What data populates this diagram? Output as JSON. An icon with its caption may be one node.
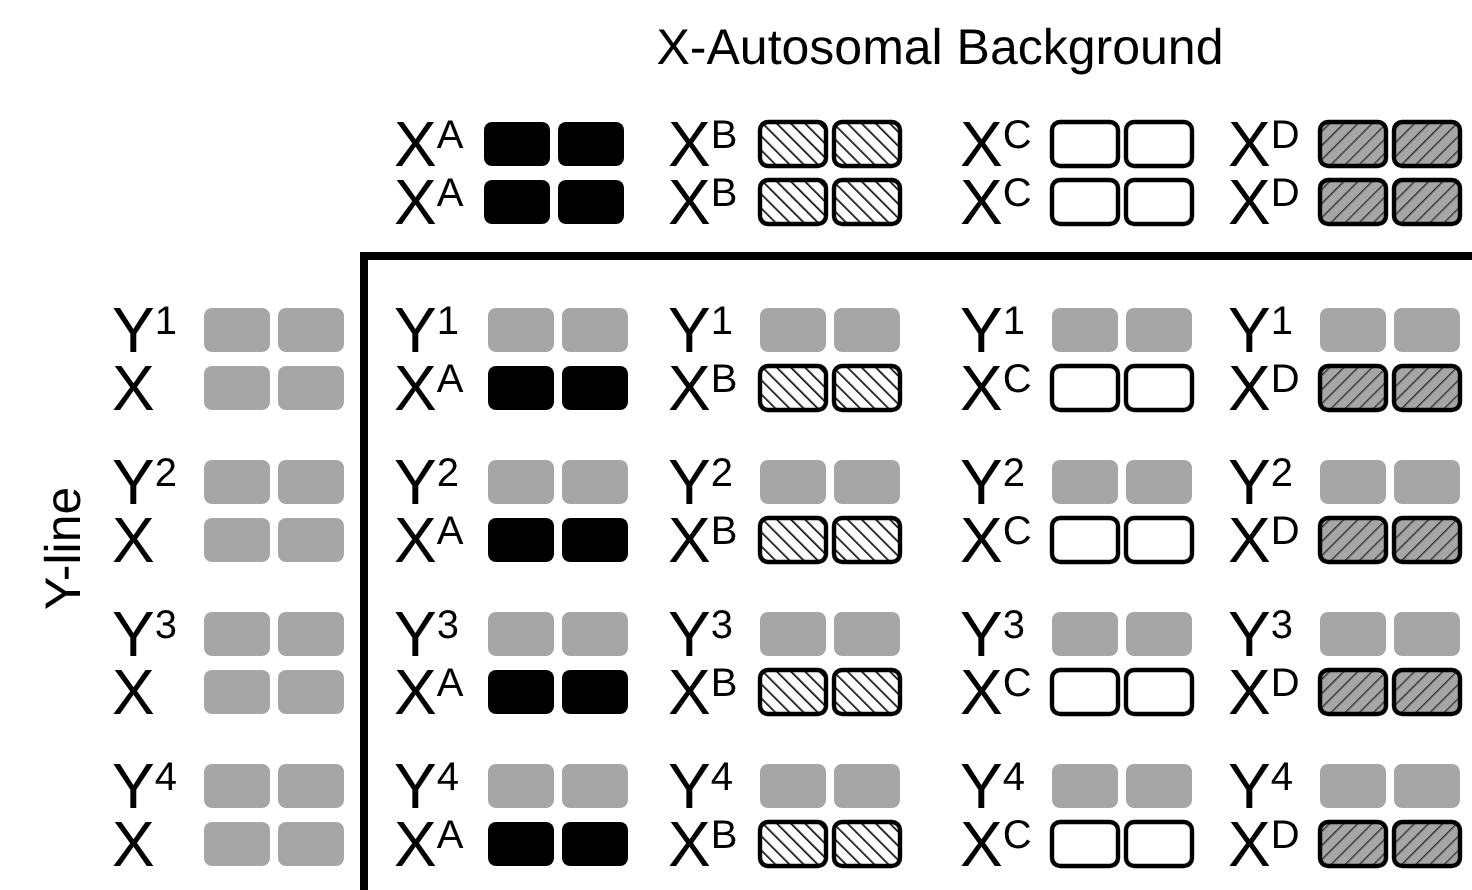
{
  "diagram": {
    "title": "X-Autosomal Background",
    "labels": [
      "Y-line",
      "X$^{A}$",
      "X$^{B}$",
      "X$^{C}$",
      "X$^{D}$",
      "X$^{A}$",
      "X$^{B}$",
      "X$^{C}$",
      "X$^{D}$",
      "Y$^{1}$",
      "Y$^{1}$",
      "Y$^{1}$",
      "Y$^{1}$",
      "Y$^{1}$",
      "X",
      "X$^{A}$",
      "X$^{B}$",
      "X$^{C}$",
      "X$^{D}$",
      "Y$^{2}$",
      "Y$^{2}$",
      "Y$^{2}$",
      "Y$^{2}$",
      "Y$^{2}$",
      "X",
      "X$^{A}$",
      "X$^{B}$",
      "X$^{C}$",
      "X$^{D}$",
      "Y$^{3}$",
      "Y$^{3}$",
      "Y$^{3}$",
      "Y$^{3}$",
      "Y$^{3}$",
      "X",
      "X$^{A}$",
      "X$^{B}$",
      "X$^{C}$",
      "X$^{D}$",
      "Y$^{4}$",
      "Y$^{4}$",
      "Y$^{4}$",
      "Y$^{4}$",
      "Y$^{4}$",
      "X",
      "X$^{A}$",
      "X$^{B}$",
      "X$^{C}$",
      "X$^{D}$"
    ]
  }
}
